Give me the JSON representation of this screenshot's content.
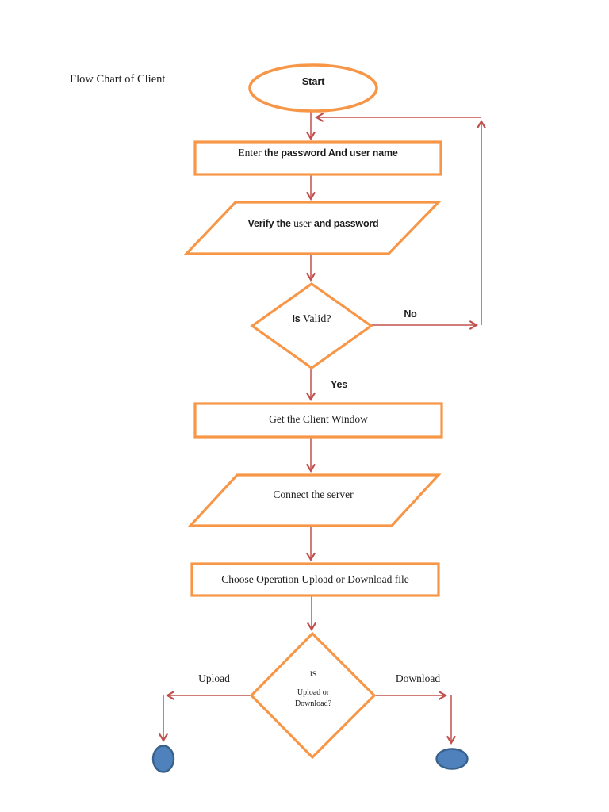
{
  "flowchart": {
    "title": "Flow Chart of Client",
    "type": "flowchart",
    "colors": {
      "shape_border": "#F79646",
      "connector": "#C0504D",
      "terminator_fill": "#4F81BD",
      "terminator_border": "#38618C",
      "text": "#1d1d1d",
      "background": "#ffffff"
    },
    "nodes": {
      "start": {
        "shape": "oval",
        "label": "Start"
      },
      "enter_credentials": {
        "shape": "process",
        "parts": [
          "Enter ",
          "the password And user name"
        ]
      },
      "verify": {
        "shape": "input-output",
        "parts": [
          "Verify the ",
          "user",
          " and password"
        ]
      },
      "is_valid": {
        "shape": "decision",
        "parts": [
          "Is ",
          "Valid?"
        ]
      },
      "get_client_window": {
        "shape": "process",
        "label": "Get the Client Window"
      },
      "connect_server": {
        "shape": "input-output",
        "label": "Connect the server"
      },
      "choose_operation": {
        "shape": "process",
        "label": "Choose Operation Upload or Download file"
      },
      "is_upload_or_download": {
        "shape": "decision",
        "line1": "IS",
        "line2": "Upload or",
        "line3": "Download?"
      },
      "end_upload": {
        "shape": "filled-oval-terminator"
      },
      "end_download": {
        "shape": "filled-oval-terminator"
      }
    },
    "edges": [
      {
        "from": "start",
        "to": "enter_credentials",
        "label": ""
      },
      {
        "from": "enter_credentials",
        "to": "verify",
        "label": ""
      },
      {
        "from": "verify",
        "to": "is_valid",
        "label": ""
      },
      {
        "from": "is_valid",
        "to": "enter_credentials",
        "label": "No"
      },
      {
        "from": "is_valid",
        "to": "get_client_window",
        "label": "Yes"
      },
      {
        "from": "get_client_window",
        "to": "connect_server",
        "label": ""
      },
      {
        "from": "connect_server",
        "to": "choose_operation",
        "label": ""
      },
      {
        "from": "choose_operation",
        "to": "is_upload_or_download",
        "label": ""
      },
      {
        "from": "is_upload_or_download",
        "to": "end_upload",
        "label": "Upload"
      },
      {
        "from": "is_upload_or_download",
        "to": "end_download",
        "label": "Download"
      }
    ]
  }
}
